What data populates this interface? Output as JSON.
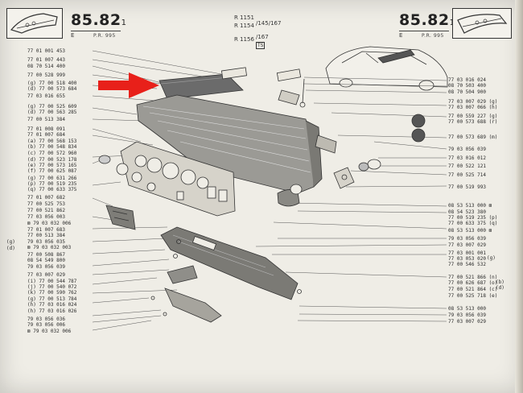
{
  "header": {
    "page_left": "85.82",
    "page_left_sub": "1",
    "page_right": "85.82",
    "page_right_sub": "1",
    "edition_left": "E",
    "pr_left": "P.R. 995",
    "edition_right": "E",
    "pr_right": "P.R. 995",
    "models": [
      {
        "code": "R 1151",
        "variant": "/145/167"
      },
      {
        "code": "R 1154",
        "variant": ""
      },
      {
        "code": "R 1156",
        "variant": "/167"
      },
      {
        "code": "",
        "variant": "TS"
      }
    ]
  },
  "left_numbers": [
    "77 01 001 453",
    "77 01 007 443",
    "08 70 514 400",
    "77 00 528 999",
    "(g) 77 00 518 400",
    "(d) 77 00 573 684",
    "77 03 016 655",
    "(g) 77 00 525 609",
    "(d) 77 00 563 285",
    "77 00 513 384",
    "77 01 008 091",
    "77 01 007 684",
    "(a) 77 00 568 153",
    "(b) 77 00 548 834",
    "(c) 77 00 572 960",
    "(d) 77 00 523 178",
    "(e) 77 00 573 165",
    "(f) 77 00 625 087",
    "(g) 77 00 631 266",
    "(p) 77 00 519 235",
    "(q) 77 00 633 375",
    "77 01 007 682",
    "77 00 525 753",
    "77 00 521 862",
    "77 03 056 003",
    "⊠ 79 03 032 006",
    "77 01 007 683",
    "77 00 513 384",
    "79 03 056 035",
    "⊠ 79 03 032 003",
    "77 00 508 867",
    "08 54 549 800",
    "79 03 056 039",
    "77 03 007 029",
    "(i) 77 00 544 787",
    "(j) 77 00 540 072",
    "(k) 77 00 590 762",
    "(g) 77 00 513 784",
    "(h) 77 03 016 024",
    "(h) 77 03 016 026",
    "79 03 056 036",
    "79 03 056 006",
    "⊠ 79 03 032 006"
  ],
  "left_markers": [
    "(g)",
    "(d)"
  ],
  "right_numbers_top": [
    "77 03 016 024",
    "08 70 503 400",
    "08 70 504 900",
    "77 03 007 029 (g)",
    "77 03 007 066 (h)",
    "77 00 559 227 (g)",
    "77 00 573 688 (r)",
    "77 00 573 689 (m)",
    "79 03 056 039",
    "77 03 016 012",
    "77 00 522 121",
    "77 00 525 714",
    "77 00 519 993"
  ],
  "right_numbers_bottom": [
    "08 53 513 000 ⊠",
    "08 54 523 380",
    "77 00 519 235 (p)",
    "77 00 633 375 (q)",
    "08 53 513 000 ⊠",
    "79 03 056 039",
    "77 03 007 029",
    "77 03 001 001",
    "77 03 053 020",
    "77 00 546 532",
    "77 00 521 866 (n)",
    "77 00 626 687 (o)",
    "77 00 521 864 (c)",
    "77 00 525 718 (e)",
    "08 53 513 000",
    "79 03 056 039",
    "77 03 007 029"
  ],
  "right_suffixes": [
    "(g)",
    "(b)",
    "(d)"
  ],
  "colors": {
    "arrow": "#e8201a",
    "paper": "#efede6",
    "ink": "#333333"
  }
}
